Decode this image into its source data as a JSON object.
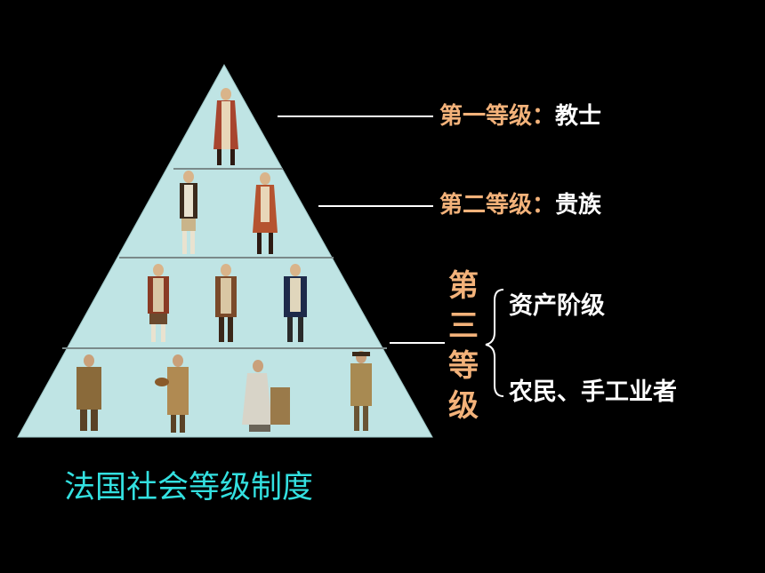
{
  "pyramid": {
    "fill": "#bfe4e4",
    "tiers": [
      {
        "figures": 1
      },
      {
        "figures": 2
      },
      {
        "figures": 3
      },
      {
        "figures": 4
      }
    ]
  },
  "labels": {
    "first": {
      "prefix": "第一等级：",
      "value": "教士"
    },
    "second": {
      "prefix": "第二等级：",
      "value": "贵族"
    },
    "third": {
      "chars": [
        "第",
        "三",
        "等",
        "级"
      ],
      "groups": [
        "资产阶级",
        "农民、手工业者"
      ]
    }
  },
  "caption": "法国社会等级制度",
  "colors": {
    "background": "#000000",
    "accent": "#f3b27a",
    "caption": "#33e0e0",
    "label": "#ffffff"
  }
}
